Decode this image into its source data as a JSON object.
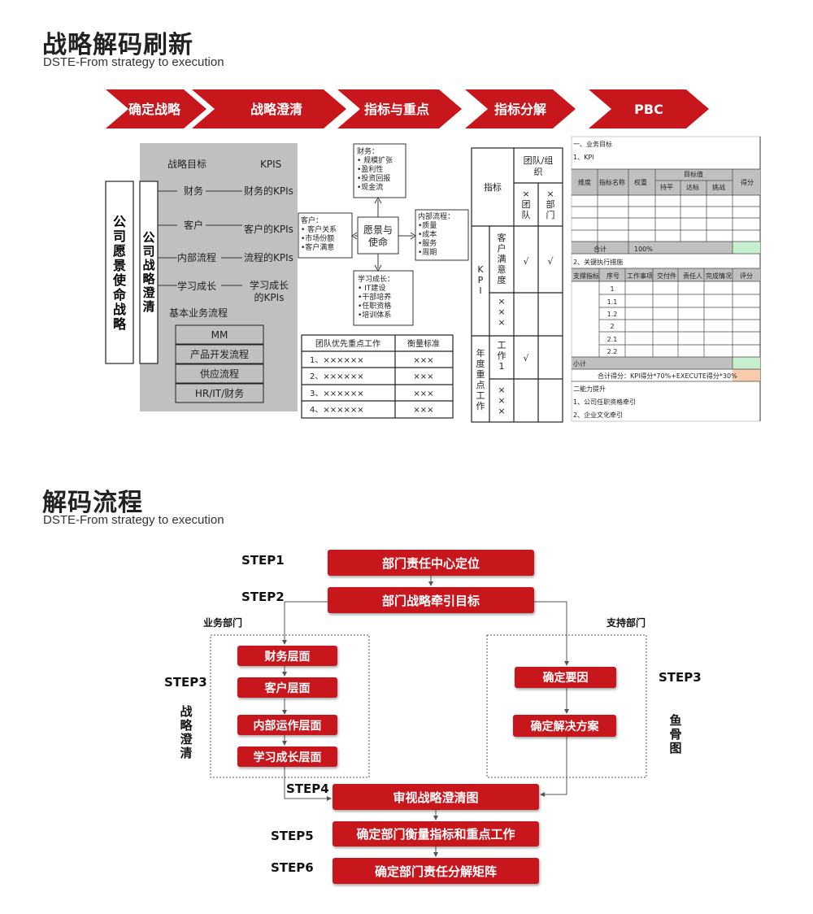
{
  "section1": {
    "title": "战略解码刷新",
    "subtitle": "DSTE-From strategy to execution",
    "arrows": [
      "确定战略",
      "战略澄清",
      "指标与重点",
      "指标分解",
      "PBC"
    ]
  },
  "vision_box": "公司愿景使命战略",
  "clarify_box": "公司战略澄清",
  "strategy_panel": {
    "head_left": "战略目标",
    "head_right": "KPIS",
    "rows": [
      {
        "left": "财务",
        "right": "财务的KPIs"
      },
      {
        "left": "客户",
        "right": "客户的KPIs"
      },
      {
        "left": "内部流程",
        "right": "流程的KPIs"
      },
      {
        "left": "学习成长",
        "right": "学习成长\n的KPIs"
      }
    ],
    "process_title": "基本业务流程",
    "processes": [
      "MM",
      "产品开发流程",
      "供应流程",
      "HR/IT/财务"
    ]
  },
  "bsc": {
    "center": "愿景与\n使命",
    "finance": "财务：\n• 规模扩张\n•盈利性\n•投资回报\n•现金流",
    "customer": "客户：\n• 客户关系\n•市场份额\n•客户满意",
    "internal": "内部流程：\n•质量\n•成本\n•服务\n•周期",
    "learning": "学习成长：\n• IT建设\n•干部培养\n•任职资格\n•培训体系"
  },
  "priority_table": {
    "headers": [
      "团队优先重点工作",
      "衡量标准"
    ],
    "rows": [
      [
        "1、××××××",
        "×××"
      ],
      [
        "2、××××××",
        "×××"
      ],
      [
        "3、××××××",
        "×××"
      ],
      [
        "4、××××××",
        "×××"
      ]
    ]
  },
  "matrix": {
    "indicator": "指标",
    "team_org": "团队/组\n织",
    "team": "×\n团\n队",
    "dept": "×\n部\n门",
    "kpi": "K\nP\nI",
    "cust_sat": "客\n户\n满\n意\n度",
    "check": "√",
    "xxx": "×\n×\n×",
    "annual": "年\n度\n重\n点\n工\n作",
    "work1": "工\n作\n1"
  },
  "pbc": {
    "l1": "一、业务目标",
    "l2": "1、KPI",
    "h1": [
      "维度",
      "指标名称",
      "权重",
      "目标值",
      "得分"
    ],
    "targets": [
      "持平",
      "达标",
      "挑战"
    ],
    "total": "合计",
    "pct": "100%",
    "l3": "2、关键执行措施",
    "h2": [
      "支撑指标",
      "序号",
      "工作事项",
      "交付件",
      "责任人",
      "完成情况",
      "评分"
    ],
    "seq": [
      "1",
      "1.1",
      "1.2",
      "2",
      "2.1",
      "2.2"
    ],
    "subtotal": "小计",
    "formula": "合计得分：KPI得分*70%+EXECUTE得分*30%",
    "l4": "二能力提升",
    "l5": "1、公司任职资格牵引",
    "l6": "2、企业文化牵引"
  },
  "section2": {
    "title": "解码流程",
    "subtitle": "DSTE-From strategy to execution"
  },
  "flow": {
    "step1": "STEP1",
    "step2": "STEP2",
    "step3": "STEP3",
    "step4": "STEP4",
    "step5": "STEP5",
    "step6": "STEP6",
    "box1": "部门责任中心定位",
    "box2": "部门战略牵引目标",
    "biz_dept": "业务部门",
    "support_dept": "支持部门",
    "left": [
      "财务层面",
      "客户层面",
      "内部运作层面",
      "学习成长层面"
    ],
    "right": [
      "确定要因",
      "确定解决方案"
    ],
    "left_vertical": "战略澄清",
    "right_vertical": "鱼骨图",
    "box4": "审视战略澄清图",
    "box5": "确定部门衡量指标和重点工作",
    "box6": "确定部门责任分解矩阵"
  },
  "colors": {
    "accent": "#c8161d",
    "panel": "#c0c0c0"
  }
}
